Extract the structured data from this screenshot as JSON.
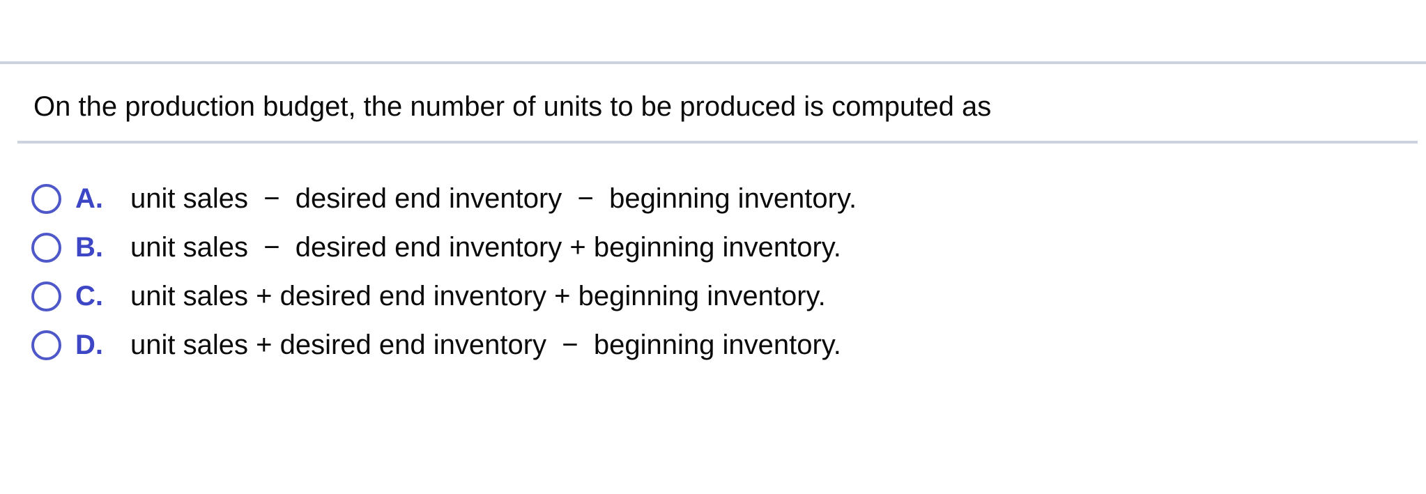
{
  "question": {
    "text": "On the production budget, the number of units to be produced is computed as"
  },
  "options": [
    {
      "letter": "A.",
      "text": "unit sales  −  desired end inventory  −  beginning inventory."
    },
    {
      "letter": "B.",
      "text": "unit sales  −  desired end inventory + beginning inventory."
    },
    {
      "letter": "C.",
      "text": "unit sales + desired end inventory + beginning inventory."
    },
    {
      "letter": "D.",
      "text": "unit sales + desired end inventory  −  beginning inventory."
    }
  ],
  "colors": {
    "accent_blue": "#3d46c5",
    "radio_border": "#4f58c8",
    "divider": "#ccd3de",
    "text_color": "#0a0a0a",
    "bg": "#ffffff"
  }
}
